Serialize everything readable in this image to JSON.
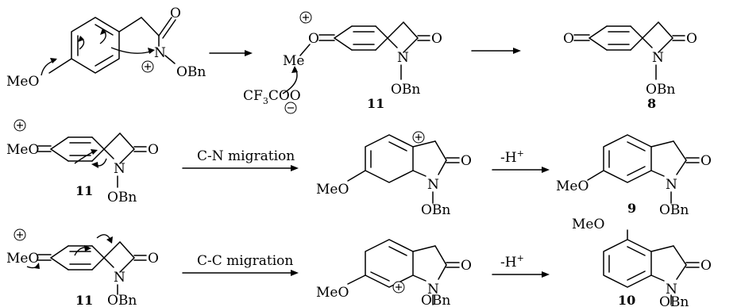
{
  "atoms": {
    "meo": "MeO",
    "o": "O",
    "n": "N",
    "obn": "OBn",
    "me": "Me",
    "cf3coo_prefix": "CF",
    "cf3coo_sub": "3",
    "cf3coo_suffix": "COO"
  },
  "charges": {
    "plus": "+",
    "minus": "−"
  },
  "compounds": {
    "c8": "8",
    "c9": "9",
    "c10": "10",
    "c11": "11"
  },
  "arrows": {
    "cn_migration": "C-N migration",
    "cc_migration": "C-C migration",
    "deprotonation": "-H",
    "deprotonation_sup": "+"
  }
}
